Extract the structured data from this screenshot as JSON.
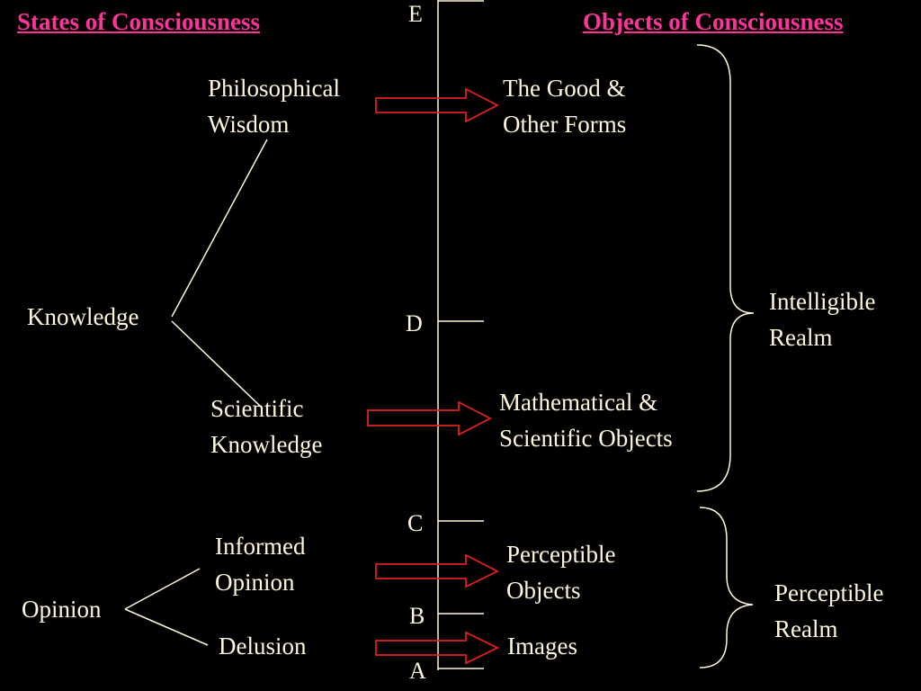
{
  "headings": {
    "left": "States of Consciousness",
    "right": "Objects of Consciousness"
  },
  "line_labels": {
    "e": "E",
    "d": "D",
    "c": "C",
    "b": "B",
    "a": "A"
  },
  "states": {
    "knowledge": "Knowledge",
    "philosophical_wisdom": [
      "Philosophical",
      "Wisdom"
    ],
    "scientific_knowledge": [
      "Scientific",
      "Knowledge"
    ],
    "opinion": "Opinion",
    "informed_opinion": [
      "Informed",
      "Opinion"
    ],
    "delusion": "Delusion"
  },
  "objects": {
    "good_forms": [
      "The Good &",
      "Other Forms"
    ],
    "math_objects": [
      "Mathematical &",
      "Scientific Objects"
    ],
    "perceptible_objects": [
      "Perceptible",
      "Objects"
    ],
    "images": "Images"
  },
  "realms": {
    "intelligible": [
      "Intelligible",
      "Realm"
    ],
    "perceptible": [
      "Perceptible",
      "Realm"
    ]
  },
  "colors": {
    "background": "#000000",
    "text": "#FFF8DC",
    "heading": "#FF3399",
    "arrow": "#E0201A"
  }
}
